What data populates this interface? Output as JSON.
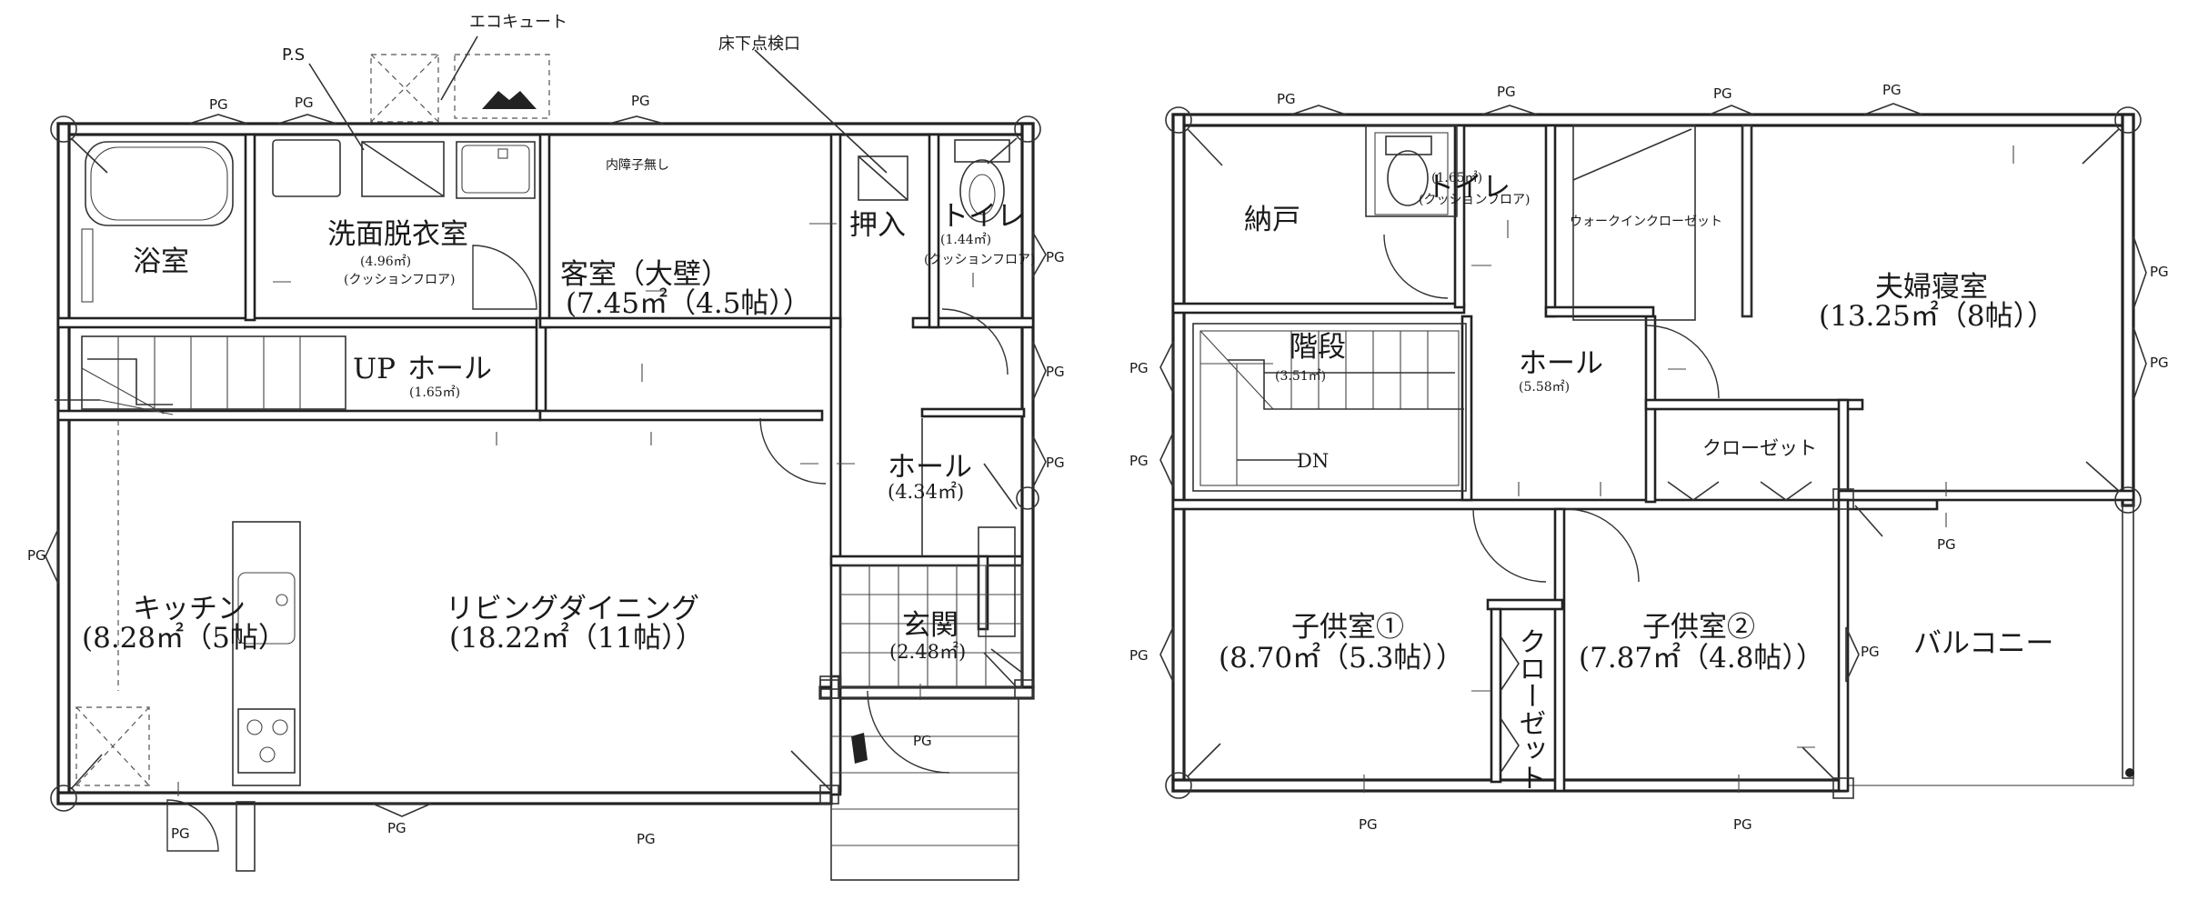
{
  "floor1": {
    "top_labels": {
      "eco_cute": "エコキュート",
      "ps": "P.S",
      "underfloor_hatch": "床下点検口"
    },
    "rooms": {
      "bath": {
        "name": "浴室"
      },
      "washroom": {
        "name": "洗面脱衣室",
        "area": "(4.96㎡)",
        "floor": "(クッションフロア)"
      },
      "guest": {
        "name": "客室（大壁）",
        "area": "(7.45㎡（4.5帖））",
        "note": "内障子無し"
      },
      "closet": {
        "name": "押入"
      },
      "toilet": {
        "name": "トイレ",
        "area": "(1.44㎡)",
        "floor": "(クッションフロア)"
      },
      "hall_small": {
        "name": "ホール",
        "area": "(1.65㎡)",
        "up": "UP"
      },
      "hall_east": {
        "name": "ホール",
        "area": "(4.34㎡)"
      },
      "kitchen": {
        "name": "キッチン",
        "area": "(8.28㎡（5帖）"
      },
      "living": {
        "name": "リビングダイニング",
        "area": "(18.22㎡（11帖））"
      },
      "entrance": {
        "name": "玄関",
        "area": "(2.48㎡)"
      }
    }
  },
  "floor2": {
    "rooms": {
      "storage": {
        "name": "納戸"
      },
      "toilet": {
        "name": "トイレ",
        "area": "(1.65㎡)",
        "floor": "(クッションフロア)"
      },
      "wic": {
        "name": "ウォークインクローゼット"
      },
      "master": {
        "name": "夫婦寝室",
        "area": "(13.25㎡（8帖））"
      },
      "stairs": {
        "name": "階段",
        "area": "(3.51㎡)",
        "dn": "DN"
      },
      "hall": {
        "name": "ホール",
        "area": "(5.58㎡)"
      },
      "closet_h": {
        "name": "クローゼット"
      },
      "closet_v": {
        "name": "クローゼット"
      },
      "child1": {
        "name": "子供室①",
        "area": "(8.70㎡（5.3帖））"
      },
      "child2": {
        "name": "子供室②",
        "area": "(7.87㎡（4.8帖））"
      },
      "balcony": {
        "name": "バルコニー"
      }
    }
  },
  "pg": "PG"
}
